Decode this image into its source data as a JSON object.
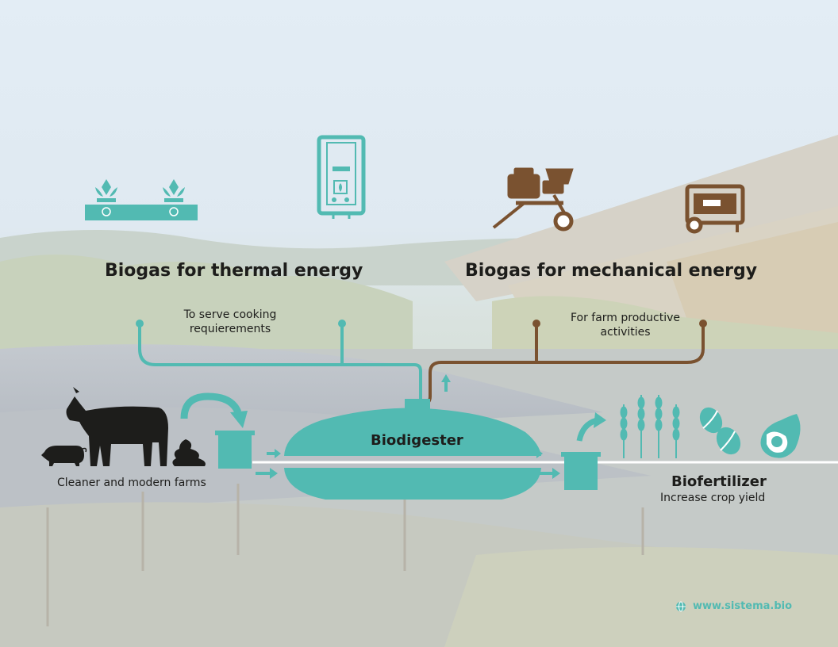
{
  "thermal": {
    "heading": "Biogas for thermal energy",
    "description": "To serve cooking requierements"
  },
  "mechanical": {
    "heading": "Biogas for mechanical energy",
    "description": "For farm productive activities"
  },
  "digester": {
    "label": "Biodigester"
  },
  "farms": {
    "label": "Cleaner and modern farms"
  },
  "fertilizer": {
    "heading": "Biofertilizer",
    "description": "Increase crop yield"
  },
  "website": "www.sistema.bio",
  "colors": {
    "teal": "#52bab2",
    "brown": "#7a5230",
    "dark": "#1d1d1b"
  },
  "icons": [
    "gas-stove-icon",
    "water-heater-icon",
    "mill-engine-icon",
    "generator-icon",
    "cow-icon",
    "pig-icon",
    "manure-icon",
    "wheat-icon",
    "coffee-beans-icon",
    "avocado-icon",
    "globe-icon"
  ]
}
